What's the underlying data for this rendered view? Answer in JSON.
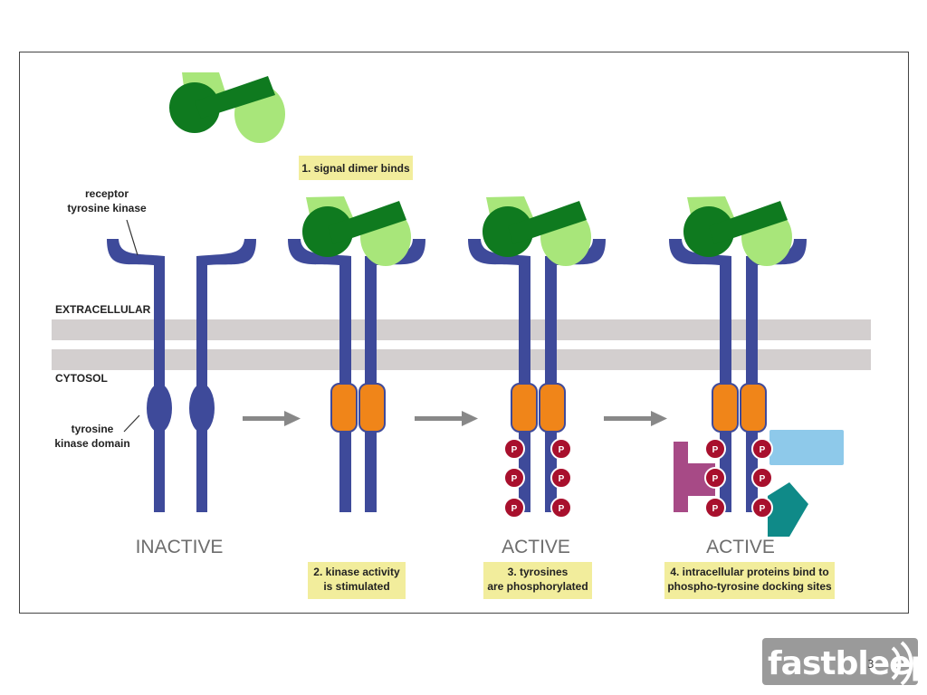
{
  "labels": {
    "receptor_line1": "receptor",
    "receptor_line2": "tyrosine kinase",
    "extracellular": "EXTRACELLULAR",
    "cytosol": "CYTOSOL",
    "kinase_domain_line1": "tyrosine",
    "kinase_domain_line2": "kinase domain"
  },
  "steps": {
    "step1": "1. signal dimer binds",
    "step2_line1": "2. kinase activity",
    "step2_line2": "is stimulated",
    "step3_line1": "3. tyrosines",
    "step3_line2": "are phosphorylated",
    "step4_line1": "4. intracellular proteins bind to",
    "step4_line2": "phospho-tyrosine docking sites"
  },
  "states": {
    "inactive": "INACTIVE",
    "active_1": "ACTIVE",
    "active_2": "ACTIVE"
  },
  "phosphate_label": "P",
  "logo": "fastbleep",
  "slide_number": "3",
  "colors": {
    "receptor": "#3e4a9a",
    "kinase_active": "#f08519",
    "signal_dark": "#0f7a1f",
    "signal_light": "#a8e67a",
    "membrane": "#d3cfcf",
    "phosphate": "#a8102d",
    "step_box": "#f2ed9c",
    "arrow": "#888888",
    "protein_magenta": "#a74a86",
    "protein_blue": "#8ec9ea",
    "protein_teal": "#0f8a88"
  }
}
